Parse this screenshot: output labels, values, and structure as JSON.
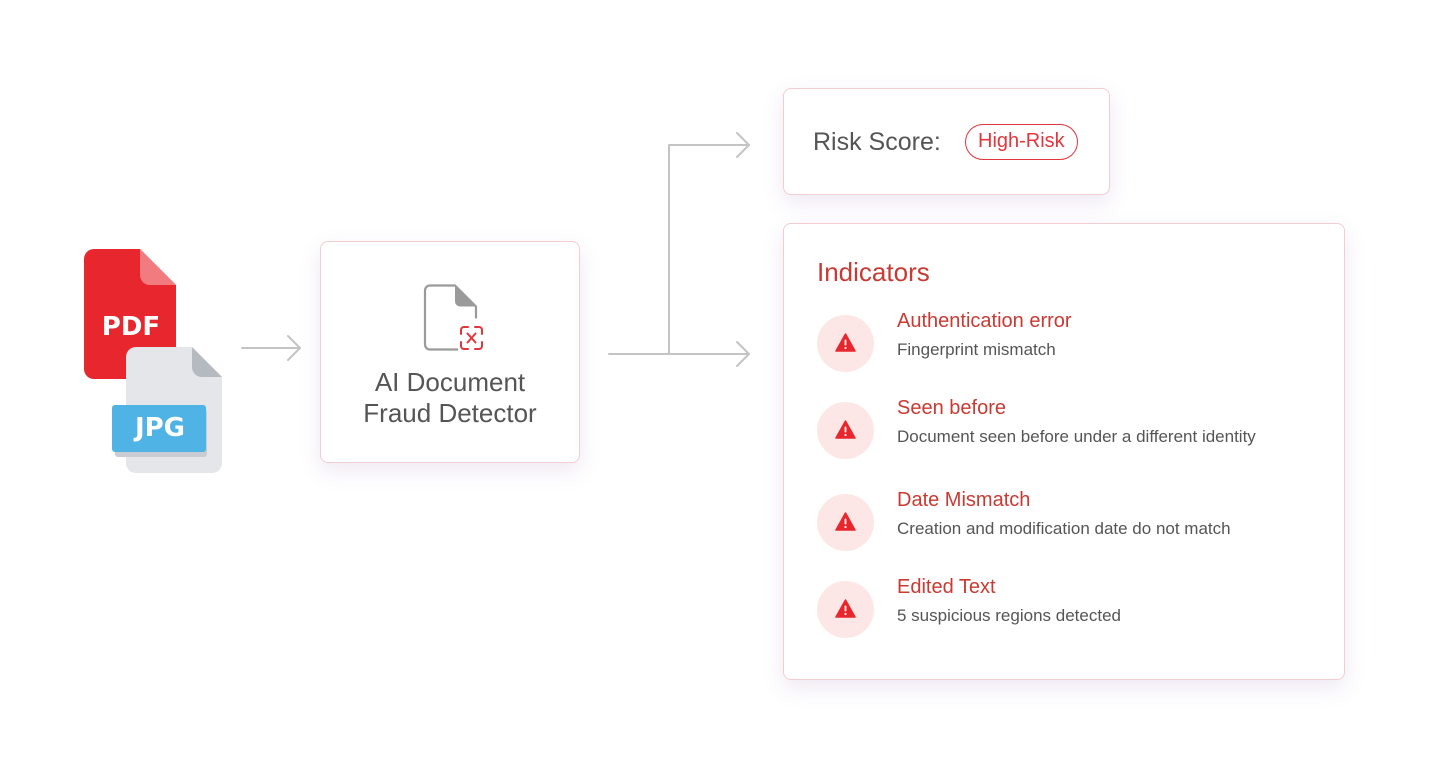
{
  "inputs": {
    "pdf_label": "PDF",
    "jpg_label": "JPG",
    "pdf_color": "#e8262d",
    "jpg_color": "#4fb3e6"
  },
  "detector": {
    "title_line1": "AI Document",
    "title_line2": "Fraud Detector",
    "icon": "document-fraud-icon"
  },
  "risk": {
    "label": "Risk Score:",
    "value": "High-Risk",
    "accent_color": "#e2363c"
  },
  "indicators": {
    "title": "Indicators",
    "icon": "warning-icon",
    "items": [
      {
        "title": "Authentication error",
        "description": "Fingerprint mismatch"
      },
      {
        "title": "Seen before",
        "description": "Document seen before under a different identity"
      },
      {
        "title": "Date Mismatch",
        "description": "Creation and modification date do not match"
      },
      {
        "title": "Edited Text",
        "description": "5 suspicious regions detected"
      }
    ]
  }
}
